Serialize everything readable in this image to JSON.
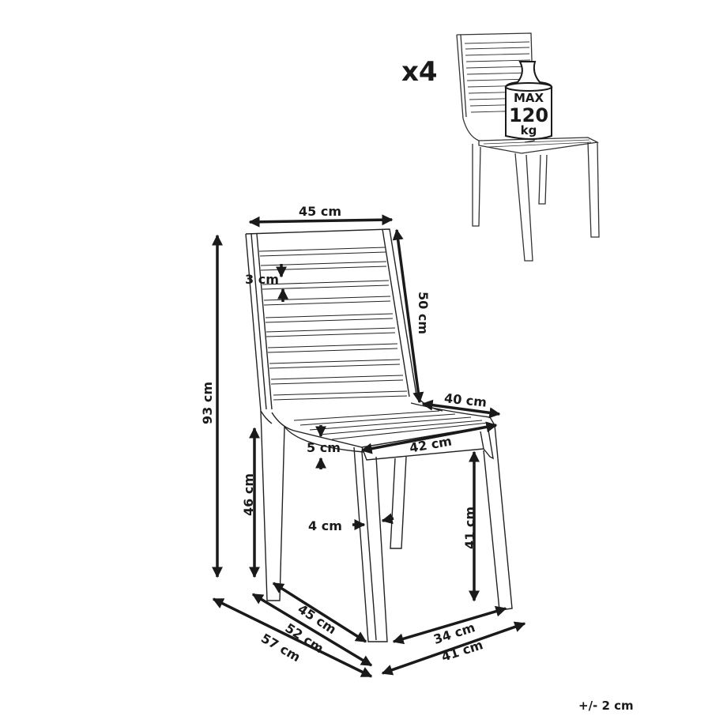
{
  "quantity": "x4",
  "max_load": {
    "line1": "MAX",
    "line2": "120",
    "line3": "kg"
  },
  "dimensions": {
    "back_width": "45 cm",
    "slat_gap": "3 cm",
    "back_height": "50 cm",
    "seat_depth": "40 cm",
    "total_height": "93 cm",
    "seat_thickness": "5 cm",
    "seat_width": "42 cm",
    "seat_height": "46 cm",
    "leg_width": "4 cm",
    "under_seat_height": "41 cm",
    "leg_depth_45": "45 cm",
    "depth_52": "52 cm",
    "depth_57": "57 cm",
    "leg_span_34": "34 cm",
    "width_41": "41 cm"
  },
  "tolerance": "+/- 2 cm",
  "colors": {
    "line": "#1a1a1a",
    "background": "#ffffff"
  }
}
